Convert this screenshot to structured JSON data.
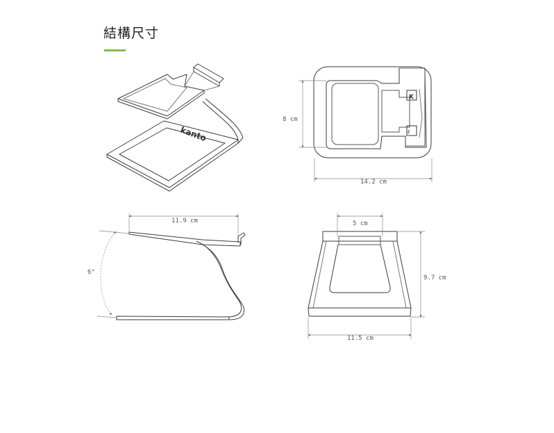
{
  "header": {
    "title": "結構尺寸"
  },
  "colors": {
    "accent": "#7dc242",
    "line": "#3a3a3a",
    "dim": "#8a8a8a"
  },
  "top_view": {
    "height_label": "8 cm",
    "width_label": "14.2 cm"
  },
  "isometric_view": {
    "brand_mark": "kanto"
  },
  "side_view": {
    "length_label": "11.9 cm",
    "angle_label": "6°"
  },
  "front_view": {
    "top_width_label": "5 cm",
    "height_label": "9.7 cm",
    "base_width_label": "11.5 cm"
  }
}
